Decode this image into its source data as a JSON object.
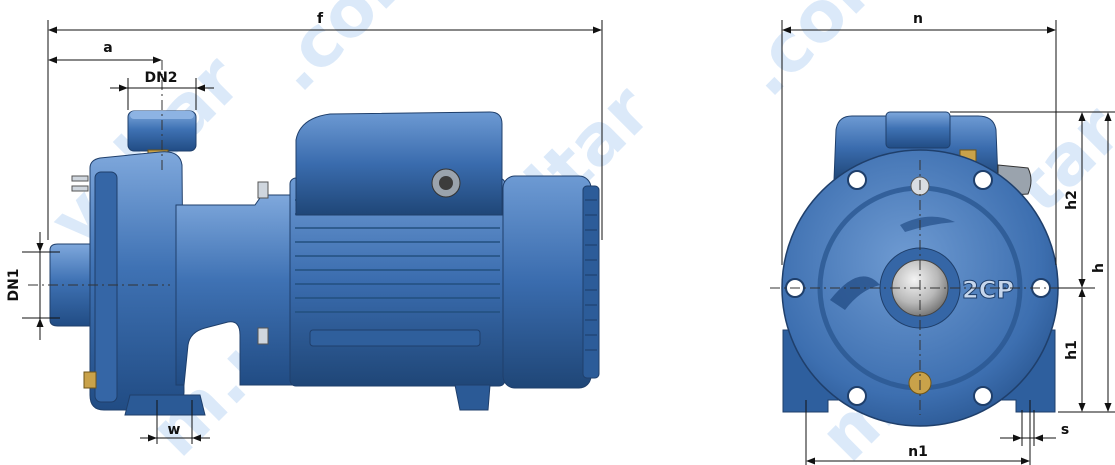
{
  "dimensions": {
    "f": "f",
    "a": "a",
    "dn2": "DN2",
    "dn1": "DN1",
    "w": "w",
    "n": "n",
    "n1": "n1",
    "h": "h",
    "h1": "h1",
    "h2": "h2",
    "s": "s"
  },
  "pump_badge": "2CP",
  "watermark": {
    "text_primary": "voltar.com.ua",
    "segments": [
      "voltar",
      ".com.",
      "voltar",
      ".com.",
      "voltar",
      "m.ua",
      "m.ua"
    ]
  },
  "colors": {
    "pump_blue": "#3d6fb0",
    "pump_dark": "#1f4677",
    "pump_light": "#6f9bd2",
    "brass": "#c9a24a",
    "dimension_line": "#111111",
    "watermark": "#7fb2ea"
  }
}
